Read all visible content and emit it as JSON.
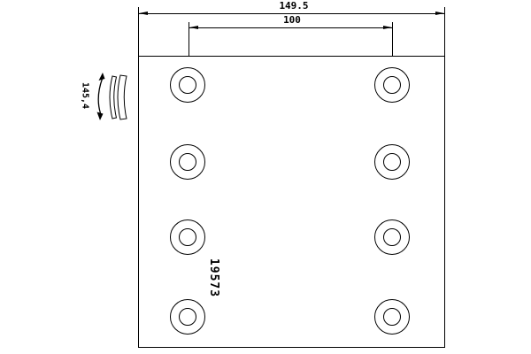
{
  "drawing": {
    "type": "brake-lining technical drawing",
    "part_number": "19573",
    "dim_overall_width": "149.5",
    "dim_hole_spacing": "100",
    "dim_arc_width": "145,4",
    "holes": {
      "rows": 4,
      "columns": 2,
      "total": 8
    },
    "colors": {
      "line": "#000000",
      "background": "#ffffff"
    }
  }
}
